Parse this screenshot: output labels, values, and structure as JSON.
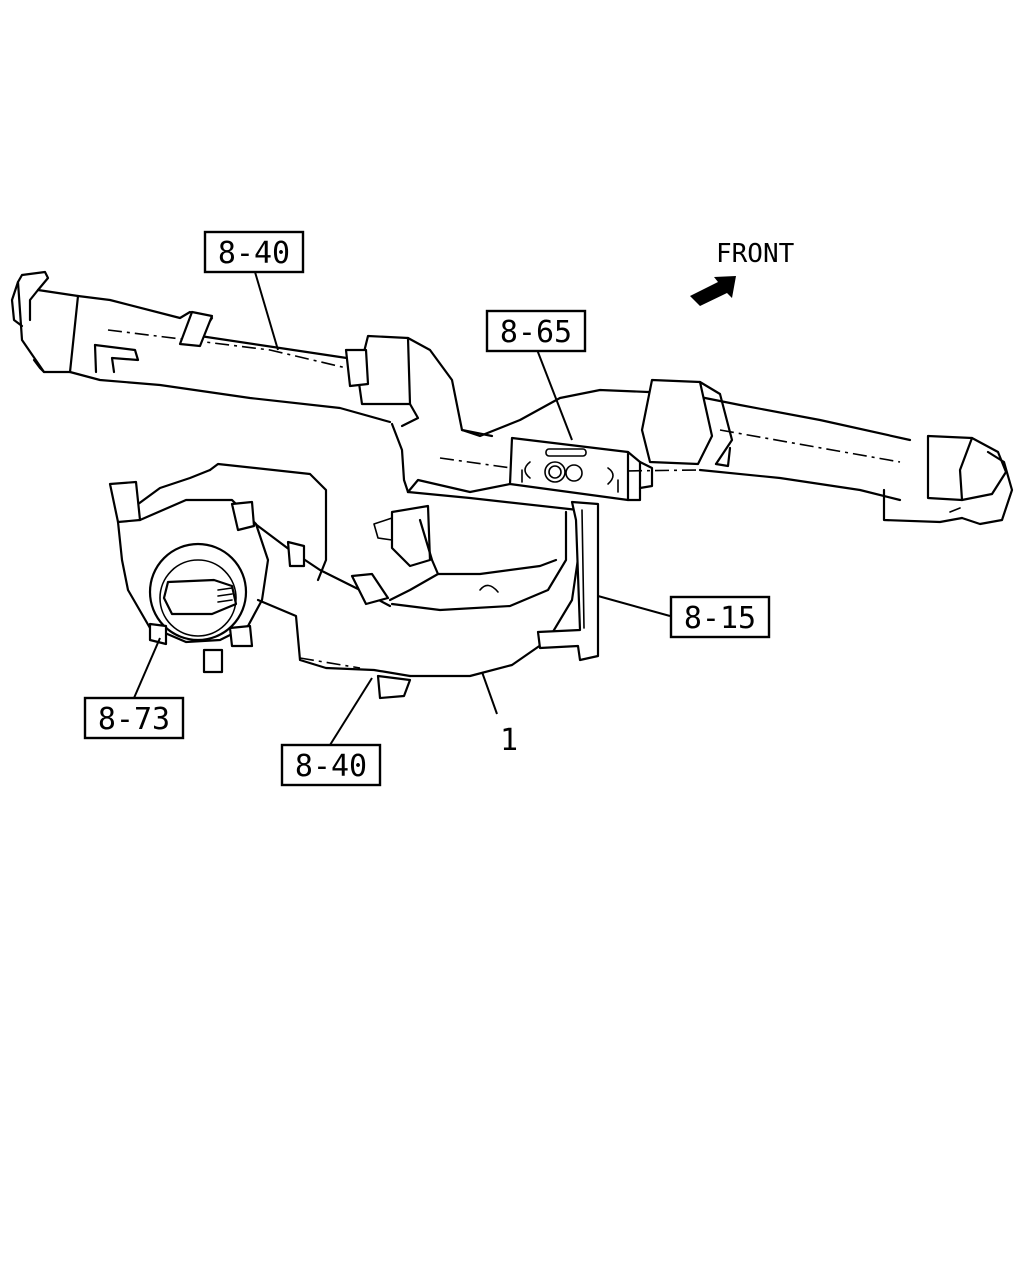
{
  "direction": {
    "text": "FRONT",
    "icon": "arrow-icon"
  },
  "callouts": [
    {
      "id": "duct-upper",
      "text": "8-40"
    },
    {
      "id": "control",
      "text": "8-65"
    },
    {
      "id": "bracket",
      "text": "8-15"
    },
    {
      "id": "blower",
      "text": "8-73"
    },
    {
      "id": "duct-lower",
      "text": "8-40"
    },
    {
      "id": "item",
      "text": "1"
    }
  ]
}
